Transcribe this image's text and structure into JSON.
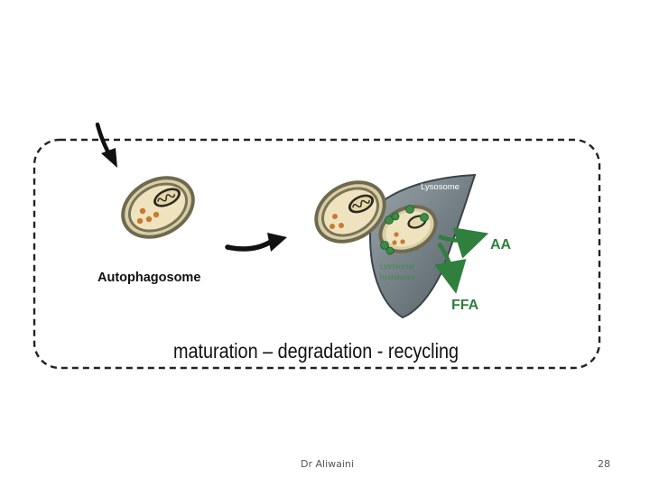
{
  "slide": {
    "footer_author": "Dr Aliwaini",
    "page_number": "28"
  },
  "diagram": {
    "autophagosome_label": "Autophagosome",
    "lysosome_label": "Lysosome",
    "enzymes_label_line1": "Lysosomal",
    "enzymes_label_line2": "hydrolases",
    "product_aa": "AA",
    "product_ffa": "FFA",
    "caption": "maturation – degradation - recycling"
  },
  "colors": {
    "membrane_outer": "#6f6a4f",
    "membrane_inner": "#d8cfa6",
    "vesicle_fill": "#efe3bf",
    "granule": "#c77a2e",
    "lysosome_fill": "#6c7a80",
    "enzyme_green": "#3b8a45",
    "product_green": "#2f7f3d",
    "dashed_border": "#222222"
  }
}
